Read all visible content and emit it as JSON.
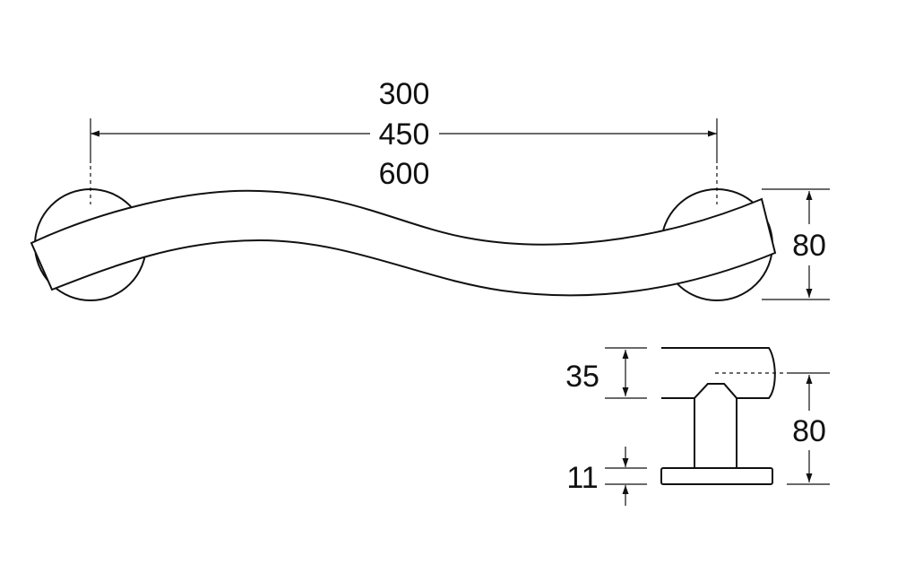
{
  "drawing": {
    "length_options": [
      "300",
      "450",
      "600"
    ],
    "side_height": "80",
    "profile_depth": "35",
    "profile_projection": "80",
    "flange_thickness": "11"
  }
}
